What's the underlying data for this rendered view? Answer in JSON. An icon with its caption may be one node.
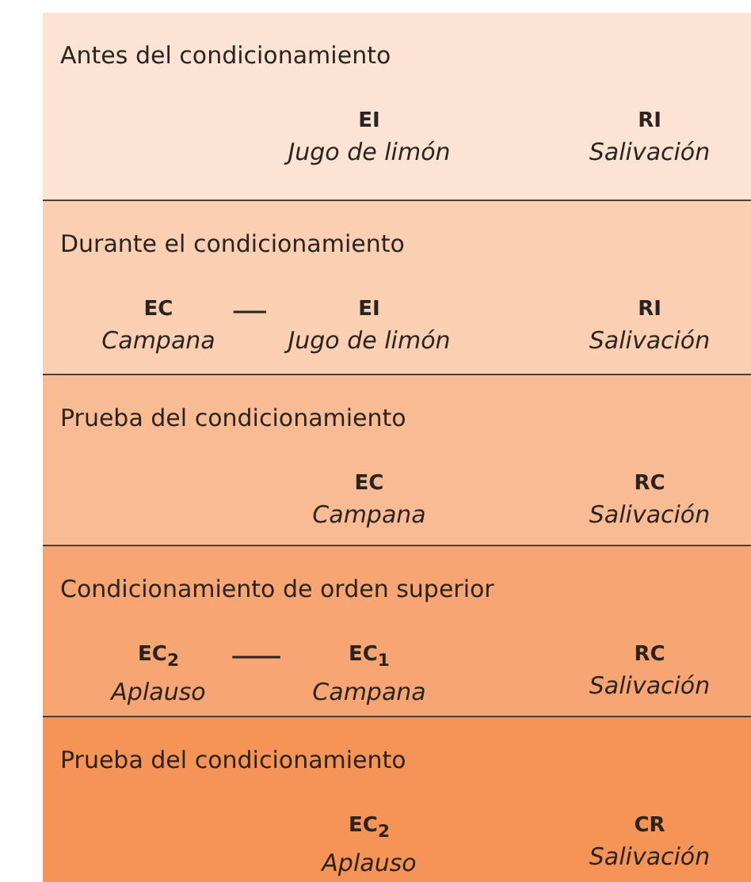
{
  "diagram": {
    "nodes": [
      {
        "text": [
          "Antes del condicionamiento"
        ]
      },
      {
        "text": [
          "EI",
          "Jugo de limón"
        ],
        "in": 0
      },
      {
        "text": [
          "RI",
          "Salivación"
        ],
        "in": 0
      },
      {
        "text": [
          "Durante el condicionamiento"
        ]
      },
      {
        "text": [
          "EC",
          "Campana"
        ],
        "in": 3
      },
      {
        "text": [
          "EI",
          "Jugo de limón"
        ],
        "in": 3
      },
      {
        "text": [
          "RI",
          "Salivación"
        ],
        "in": 3
      },
      {
        "text": [
          "Prueba del condicionamiento"
        ]
      },
      {
        "text": [
          "EC",
          "Campana"
        ],
        "in": 7
      },
      {
        "text": [
          "RC",
          "Salivación"
        ],
        "in": 7
      },
      {
        "text": [
          "Condicionamiento de orden superior"
        ]
      },
      {
        "text": [
          "EC$_{2}$",
          "Aplauso"
        ],
        "in": 10
      },
      {
        "text": [
          "EC$_{1}$",
          "Campana"
        ],
        "in": 10
      },
      {
        "text": [
          "RC",
          "Salivación"
        ],
        "in": 10
      },
      {
        "text": [
          "Prueba del condicionamiento"
        ]
      },
      {
        "text": [
          "EC$_{2}$",
          "Aplauso"
        ],
        "in": 14
      },
      {
        "text": [
          "CR",
          "Salivación"
        ],
        "in": 14
      }
    ],
    "edges": [
      {
        "from": 4,
        "to": 5,
        "arrow": "none"
      },
      {
        "from": 11,
        "to": 12,
        "arrow": "none"
      }
    ]
  }
}
